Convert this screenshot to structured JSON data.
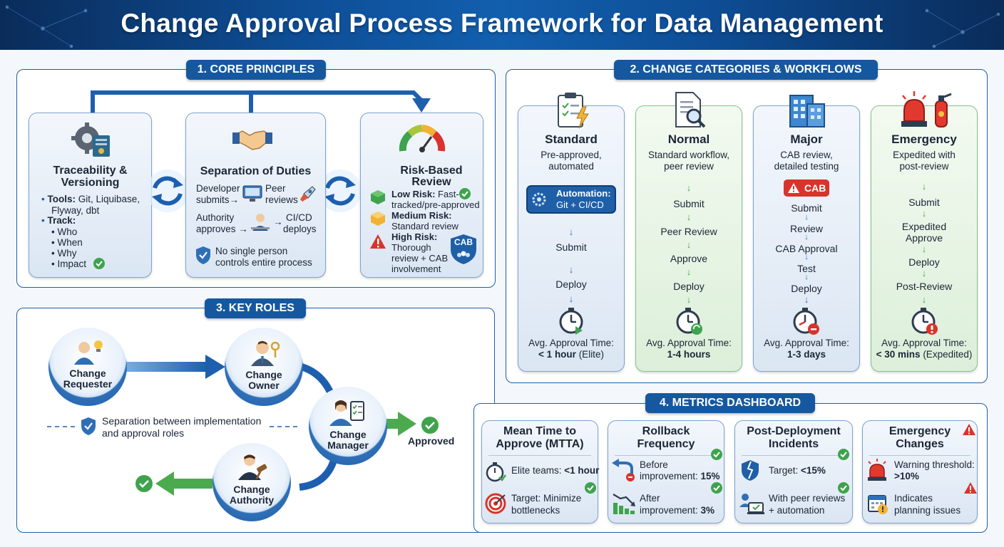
{
  "title": "Change Approval Process Framework for Data Management",
  "core": {
    "header": "1. CORE PRINCIPLES",
    "traceability": {
      "title": "Traceability & Versioning",
      "tools_label": "Tools:",
      "tools_value": "Git, Liquibase,",
      "tools_value2": "Flyway, dbt",
      "track_label": "Track:",
      "track_items": [
        "Who",
        "When",
        "Why",
        "Impact"
      ]
    },
    "separation": {
      "title": "Separation of Duties",
      "developer": "Developer",
      "submits": "submits",
      "peer": "Peer",
      "reviews": "reviews",
      "authority": "Authority",
      "approves": "approves",
      "cicd": "CI/CD",
      "deploys": "deploys",
      "note_line1": "No single person",
      "note_line2": "controls entire process"
    },
    "risk": {
      "title_line1": "Risk-Based",
      "title_line2": "Review",
      "low_label": "Low Risk:",
      "low_value": "Fast-",
      "low_value2": "tracked/pre-approved",
      "medium_label": "Medium Risk:",
      "medium_value": "Standard review",
      "high_label": "High Risk:",
      "high_value": "Thorough",
      "high_value2": "review + CAB",
      "high_value3": "involvement",
      "cab_badge": "CAB"
    }
  },
  "categories": {
    "header": "2. CHANGE CATEGORIES & WORKFLOWS",
    "avg_label": "Avg. Approval Time:",
    "items": [
      {
        "name": "Standard",
        "desc1": "Pre-approved,",
        "desc2": "automated",
        "badge_title": "Automation:",
        "badge_value": "Git + CI/CD",
        "steps": [
          "Submit",
          "Deploy"
        ],
        "time_bold": "< 1 hour",
        "time_rest": " (Elite)"
      },
      {
        "name": "Normal",
        "desc1": "Standard workflow,",
        "desc2": "peer review",
        "steps": [
          "Submit",
          "Peer Review",
          "Approve",
          "Deploy"
        ],
        "time_bold": "1-4 hours",
        "time_rest": ""
      },
      {
        "name": "Major",
        "desc1": "CAB review,",
        "desc2": "detailed testing",
        "badge": "CAB",
        "steps": [
          "Submit",
          "Review",
          "CAB Approval",
          "Test",
          "Deploy"
        ],
        "time_bold": "1-3 days",
        "time_rest": ""
      },
      {
        "name": "Emergency",
        "desc1": "Expedited with",
        "desc2": "post-review",
        "steps": [
          "Submit",
          "Expedited",
          "Approve",
          "Deploy",
          "Post-Review"
        ],
        "time_bold": "< 30 mins",
        "time_rest": " (Expedited)"
      }
    ]
  },
  "roles": {
    "header": "3. KEY ROLES",
    "requester_1": "Change",
    "requester_2": "Requester",
    "owner_1": "Change",
    "owner_2": "Owner",
    "manager_1": "Change",
    "manager_2": "Manager",
    "authority_1": "Change",
    "authority_2": "Authority",
    "approved": "Approved",
    "separation_1": "Separation between implementation",
    "separation_2": "and approval roles"
  },
  "metrics": {
    "header": "4. METRICS DASHBOARD",
    "cards": [
      {
        "title1": "Mean Time to",
        "title2": "Approve (MTTA)",
        "r1a": "Elite teams: ",
        "r1b": "<1 hour",
        "r2a": "Target: Minimize",
        "r2b": "bottlenecks"
      },
      {
        "title1": "Rollback",
        "title2": "Frequency",
        "r1a": "Before",
        "r1b": "improvement: ",
        "r1c": "15%",
        "r2a": "After",
        "r2b": "improvement: ",
        "r2c": "3%"
      },
      {
        "title1": "Post-Deployment",
        "title2": "Incidents",
        "r1a": "Target: ",
        "r1b": "<15%",
        "r2a": "With peer reviews",
        "r2b": "+ automation"
      },
      {
        "title1": "Emergency",
        "title2": "Changes",
        "r1a": "Warning threshold:",
        "r1b": ">10%",
        "r2a": "Indicates",
        "r2b": "planning issues"
      }
    ]
  },
  "colors": {
    "navy": "#15589f",
    "green": "#3fa34d",
    "red": "#d8342b",
    "amber": "#f2b233"
  }
}
